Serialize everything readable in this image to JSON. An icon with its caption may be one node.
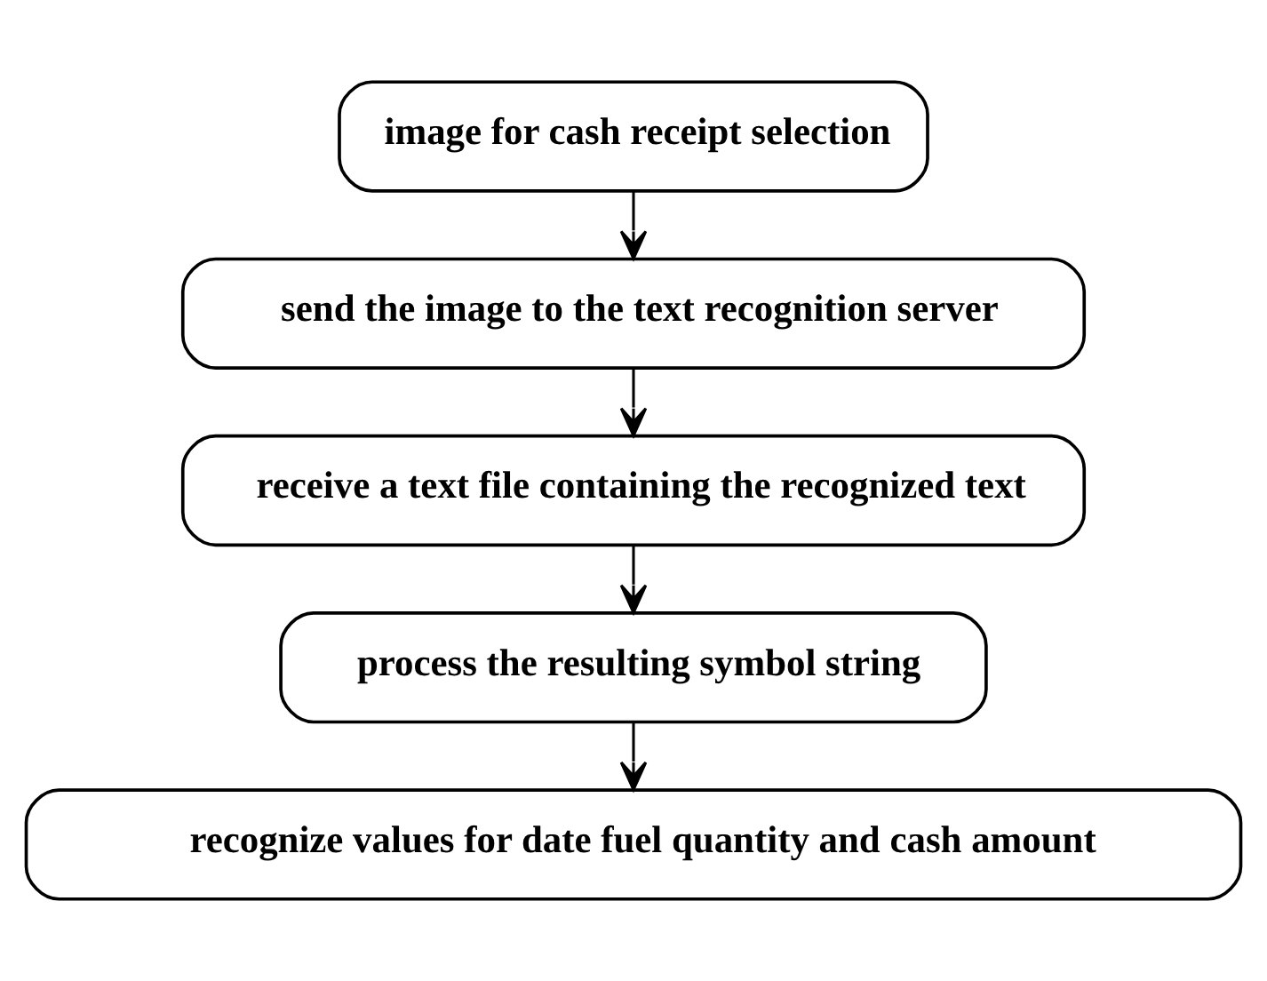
{
  "diagram": {
    "nodes": [
      {
        "text": [
          "image for cash receipt selection"
        ]
      },
      {
        "text": [
          "send the image to the text recognition server"
        ]
      },
      {
        "text": [
          "receive a text file containing the recognized text"
        ]
      },
      {
        "text": [
          "process the resulting symbol string"
        ]
      },
      {
        "text": [
          "recognize values for date fuel quantity and cash amount"
        ]
      }
    ],
    "edges": [
      {
        "from": 0,
        "to": 1,
        "arrow": "to"
      },
      {
        "from": 1,
        "to": 2,
        "arrow": "to"
      },
      {
        "from": 2,
        "to": 3,
        "arrow": "to"
      },
      {
        "from": 3,
        "to": 4,
        "arrow": "to"
      }
    ]
  }
}
